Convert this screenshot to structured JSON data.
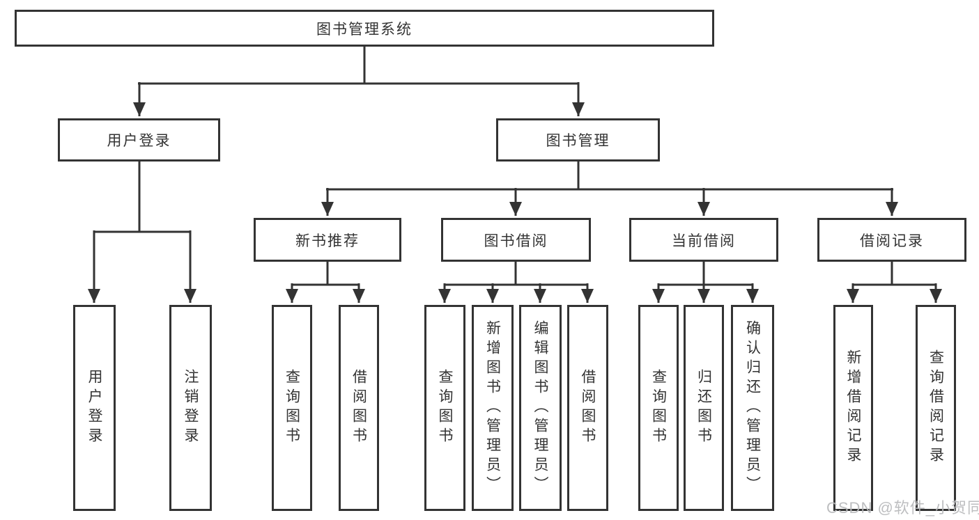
{
  "diagram": {
    "root": {
      "label": "图书管理系统"
    },
    "level2": [
      {
        "label": "用户登录"
      },
      {
        "label": "图书管理"
      }
    ],
    "level3": [
      {
        "label": "新书推荐"
      },
      {
        "label": "图书借阅"
      },
      {
        "label": "当前借阅"
      },
      {
        "label": "借阅记录"
      }
    ],
    "leaves": {
      "user_login": [
        {
          "label": "用户登录"
        },
        {
          "label": "注销登录"
        }
      ],
      "new_book_recommend": [
        {
          "label": "查询图书"
        },
        {
          "label": "借阅图书"
        }
      ],
      "book_borrowing": [
        {
          "label": "查询图书"
        },
        {
          "label": "新增图书（管理员）"
        },
        {
          "label": "编辑图书（管理员）"
        },
        {
          "label": "借阅图书"
        }
      ],
      "current_borrowing": [
        {
          "label": "查询图书"
        },
        {
          "label": "归还图书"
        },
        {
          "label": "确认归还（管理员）"
        }
      ],
      "borrowing_records": [
        {
          "label": "新增借阅记录"
        },
        {
          "label": "查询借阅记录"
        }
      ]
    },
    "watermark": "CSDN @软件_小贺同学",
    "colors": {
      "line": "#333333",
      "text": "#333333",
      "box_background": "#ffffff",
      "watermark": "#b9bbbd",
      "background": "#ffffff"
    }
  }
}
